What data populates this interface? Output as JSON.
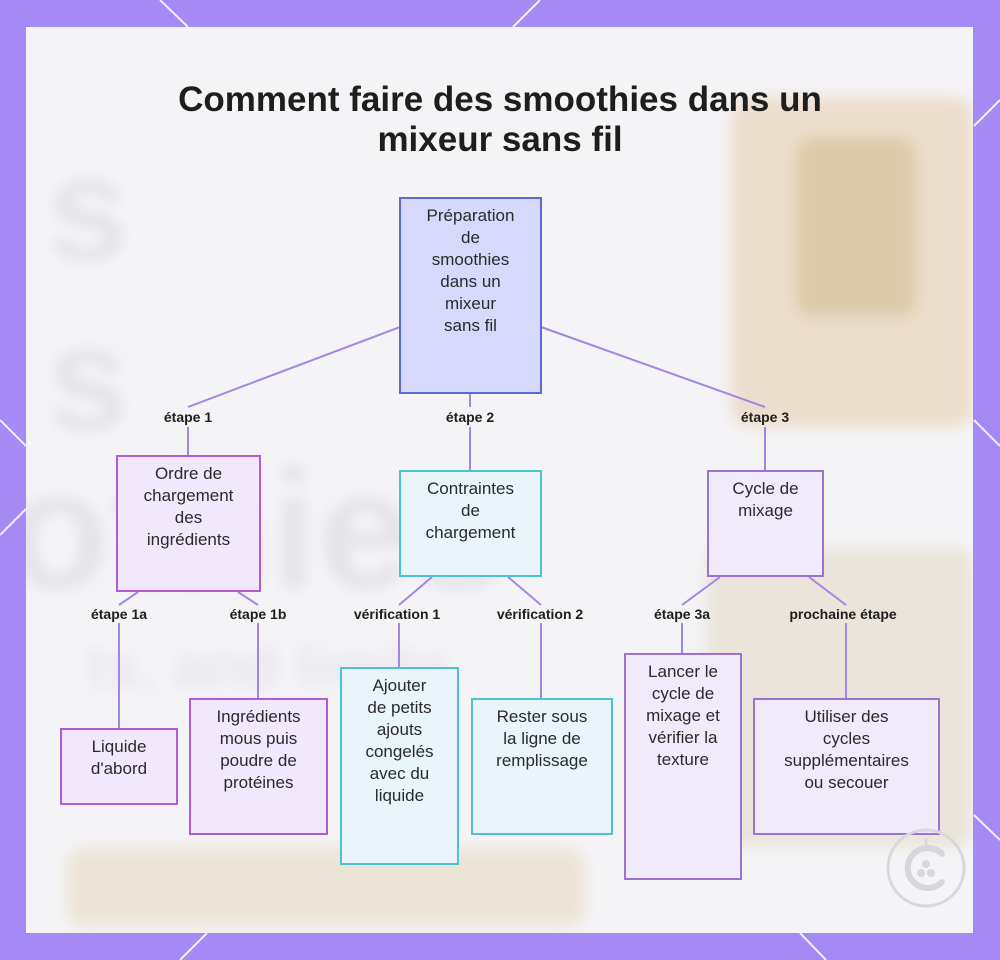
{
  "title": {
    "line1": "Comment faire des smoothies dans un",
    "line2": "mixeur sans fil"
  },
  "nodes": {
    "root": "Préparation\nde\nsmoothies\ndans un\nmixeur\nsans fil",
    "order": "Ordre de\nchargement\ndes\ningrédients",
    "constraints": "Contraintes\nde\nchargement",
    "cycle": "Cycle de\nmixage",
    "liquid": "Liquide\nd'abord",
    "soft": "Ingrédients\nmous puis\npoudre de\nprotéines",
    "frozen": "Ajouter\nde petits\najouts\ncongelés\navec du\nliquide",
    "fill": "Rester sous\nla ligne de\nremplissage",
    "launch": "Lancer le\ncycle de\nmixage et\nvérifier la\ntexture",
    "extra": "Utiliser des\ncycles\nsupplémentaires\nou secouer"
  },
  "edges": {
    "e1": "étape 1",
    "e2": "étape 2",
    "e3": "étape 3",
    "e1a": "étape 1a",
    "e1b": "étape 1b",
    "v1": "vérification 1",
    "v2": "vérification 2",
    "e3a": "étape 3a",
    "next": "prochaine étape"
  },
  "background_text": {
    "word1": "s",
    "word2": "s",
    "word3": "othies",
    "word4": "ts, and limits"
  },
  "colors": {
    "frame": "#a58af5",
    "connector": "#a385e6",
    "root_fill": "#d6d9fb",
    "root_border": "#5f6ad0",
    "purple_border": "#b05bd8",
    "teal_border": "#4dc2d0",
    "lavender_border": "#9a73d2"
  },
  "icons": {
    "logo": "circular-c-logo-icon"
  }
}
